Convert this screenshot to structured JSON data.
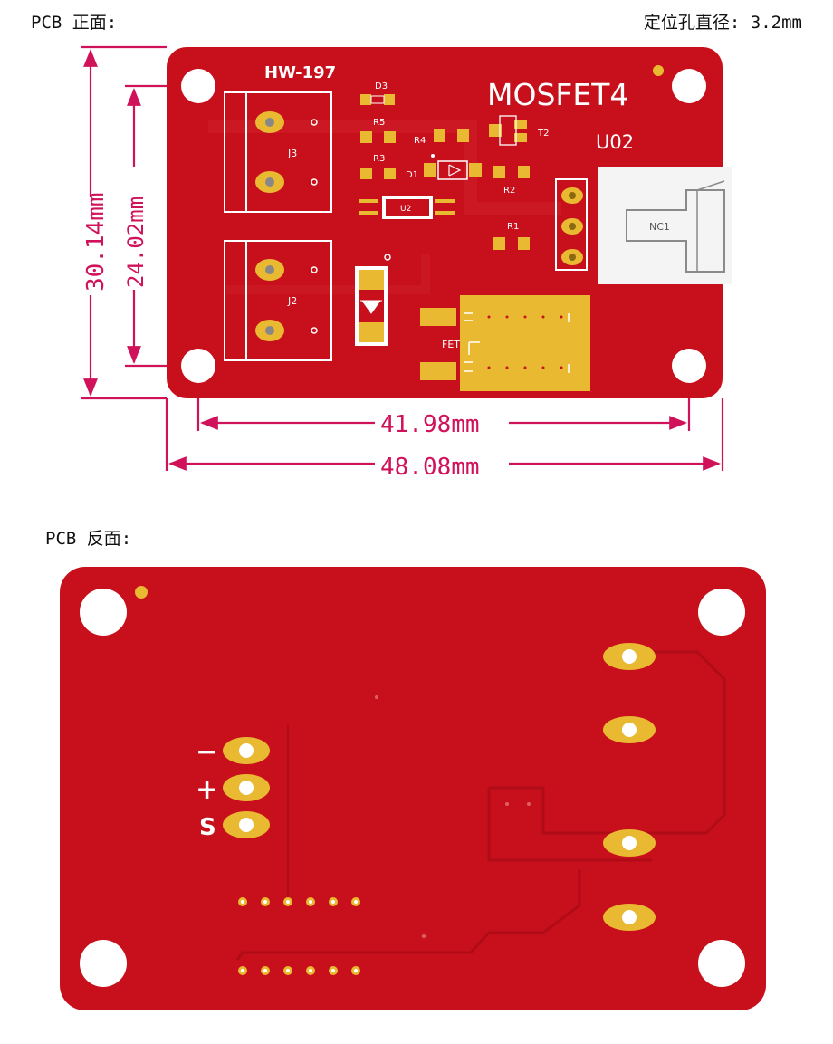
{
  "labels": {
    "front": "PCB 正面:",
    "hole": "定位孔直径: 3.2mm",
    "back": "PCB 反面:"
  },
  "front": {
    "board_name": "HW-197",
    "title": "MOSFET4",
    "module_id": "U02",
    "components": {
      "j3": "J3",
      "j2": "J2",
      "d3": "D3",
      "r5": "R5",
      "r3": "R3",
      "r4": "R4",
      "d1": "D1",
      "u2": "U2",
      "t2": "T2",
      "r2": "R2",
      "r1": "R1",
      "nc1": "NC1",
      "fet": "FET"
    }
  },
  "dimensions": {
    "height_outer": "30.14mm",
    "height_inner": "24.02mm",
    "width_inner": "41.98mm",
    "width_outer": "48.08mm"
  },
  "back": {
    "pin_minus": "−",
    "pin_plus": "+",
    "pin_signal": "S"
  },
  "colors": {
    "board": "#c8101c",
    "board_dark": "#b00c17",
    "pad": "#e8b931",
    "dimension": "#d0125a"
  }
}
